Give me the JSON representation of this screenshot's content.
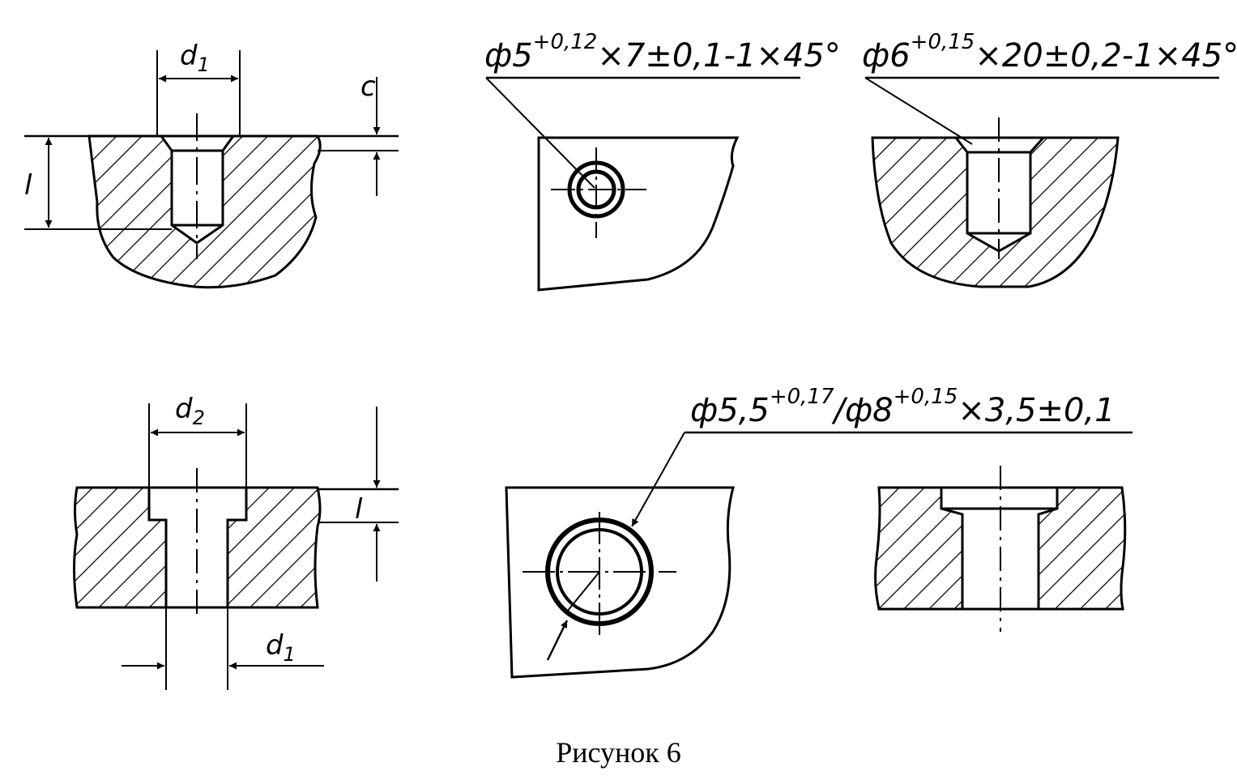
{
  "caption": "Рисунок 6",
  "labels": {
    "d1": "d",
    "d1_sub": "1",
    "d2": "d",
    "d2_sub": "2",
    "l": "l",
    "c": "c"
  },
  "notes": {
    "blind_hole": {
      "base": "ф5",
      "tol": "+0,12",
      "rest": "×7±0,1-1×45°"
    },
    "blind_hole_section": {
      "base": "ф6",
      "tol": "+0,15",
      "rest": "×20±0,2-1×45°"
    },
    "counterbore": {
      "base1": "ф5,5",
      "tol1": "+0,17",
      "sep": "/ф8",
      "tol2": "+0,15",
      "rest": "×3,5±0,1"
    }
  }
}
